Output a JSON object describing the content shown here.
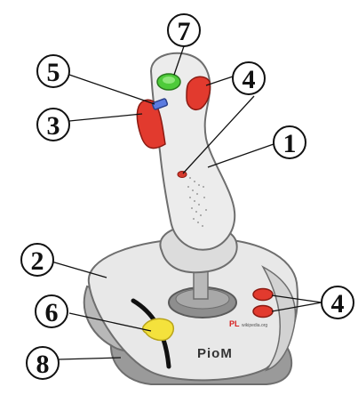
{
  "diagram": {
    "callouts": {
      "trigger": "3",
      "hat_switch": "5",
      "top_button": "7",
      "thumb_buttons": "4",
      "handle": "1",
      "base": "2",
      "base_buttons": "4",
      "throttle": "6",
      "base_bottom": "8"
    },
    "brand": {
      "logo": "PioM",
      "watermark_pl": "PL",
      "watermark_site": "wikipedia.org"
    },
    "colors": {
      "body": "#e6e6e6",
      "outline": "#6e6e6e",
      "trigger": "#e23a2e",
      "top_button": "#4ecb3a",
      "hat": "#5b7be0",
      "throttle": "#f4e23c",
      "stick": "#8e8e8e"
    }
  }
}
